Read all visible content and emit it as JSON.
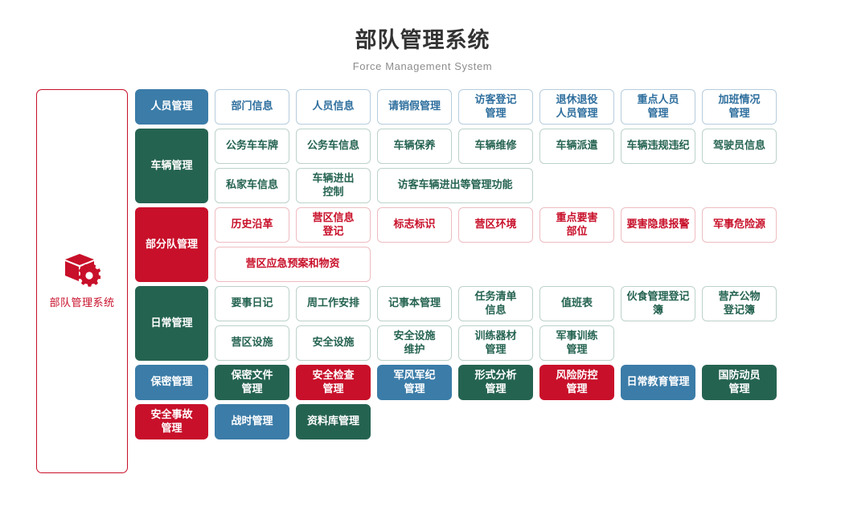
{
  "header": {
    "title": "部队管理系统",
    "subtitle": "Force Management System"
  },
  "sidebar": {
    "icon": "cube-gear-icon",
    "label": "部队管理系统",
    "accent": "#c8102a"
  },
  "colors": {
    "blue": "#3b7ca8",
    "green": "#256351",
    "red": "#c8102a",
    "title": "#333333",
    "subtitle": "#8d8d8d"
  },
  "sections": [
    {
      "category": "人员管理",
      "color": "blue",
      "rows": [
        [
          {
            "label": "部门信息",
            "style": "outline",
            "color": "blue",
            "span": 1
          },
          {
            "label": "人员信息",
            "style": "outline",
            "color": "blue",
            "span": 1
          },
          {
            "label": "请销假管理",
            "style": "outline",
            "color": "blue",
            "span": 1
          },
          {
            "label": "访客登记\n管理",
            "style": "outline",
            "color": "blue",
            "span": 1
          },
          {
            "label": "退休退役\n人员管理",
            "style": "outline",
            "color": "blue",
            "span": 1
          },
          {
            "label": "重点人员\n管理",
            "style": "outline",
            "color": "blue",
            "span": 1
          },
          {
            "label": "加班情况\n管理",
            "style": "outline",
            "color": "blue",
            "span": 1
          }
        ]
      ]
    },
    {
      "category": "车辆管理",
      "color": "green",
      "rows": [
        [
          {
            "label": "公务车车牌",
            "style": "outline",
            "color": "green",
            "span": 1
          },
          {
            "label": "公务车信息",
            "style": "outline",
            "color": "green",
            "span": 1
          },
          {
            "label": "车辆保养",
            "style": "outline",
            "color": "green",
            "span": 1
          },
          {
            "label": "车辆维修",
            "style": "outline",
            "color": "green",
            "span": 1
          },
          {
            "label": "车辆派遣",
            "style": "outline",
            "color": "green",
            "span": 1
          },
          {
            "label": "车辆违规违纪",
            "style": "outline",
            "color": "green",
            "span": 1
          },
          {
            "label": "驾驶员信息",
            "style": "outline",
            "color": "green",
            "span": 1
          }
        ],
        [
          {
            "label": "私家车信息",
            "style": "outline",
            "color": "green",
            "span": 1
          },
          {
            "label": "车辆进出\n控制",
            "style": "outline",
            "color": "green",
            "span": 1
          },
          {
            "label": "访客车辆进出等管理功能",
            "style": "outline",
            "color": "green",
            "span": 2
          }
        ]
      ]
    },
    {
      "category": "部分队管理",
      "color": "red",
      "rows": [
        [
          {
            "label": "历史沿革",
            "style": "outline",
            "color": "red",
            "span": 1
          },
          {
            "label": "营区信息\n登记",
            "style": "outline",
            "color": "red",
            "span": 1
          },
          {
            "label": "标志标识",
            "style": "outline",
            "color": "red",
            "span": 1
          },
          {
            "label": "营区环境",
            "style": "outline",
            "color": "red",
            "span": 1
          },
          {
            "label": "重点要害\n部位",
            "style": "outline",
            "color": "red",
            "span": 1
          },
          {
            "label": "要害隐患报警",
            "style": "outline",
            "color": "red",
            "span": 1
          },
          {
            "label": "军事危险源",
            "style": "outline",
            "color": "red",
            "span": 1
          }
        ],
        [
          {
            "label": "营区应急预案和物资",
            "style": "outline",
            "color": "red",
            "span": 2
          }
        ]
      ]
    },
    {
      "category": "日常管理",
      "color": "green",
      "rows": [
        [
          {
            "label": "要事日记",
            "style": "outline",
            "color": "green",
            "span": 1
          },
          {
            "label": "周工作安排",
            "style": "outline",
            "color": "green",
            "span": 1
          },
          {
            "label": "记事本管理",
            "style": "outline",
            "color": "green",
            "span": 1
          },
          {
            "label": "任务清单\n信息",
            "style": "outline",
            "color": "green",
            "span": 1
          },
          {
            "label": "值班表",
            "style": "outline",
            "color": "green",
            "span": 1
          },
          {
            "label": "伙食管理登记簿",
            "style": "outline",
            "color": "green",
            "span": 1
          },
          {
            "label": "营产公物\n登记簿",
            "style": "outline",
            "color": "green",
            "span": 1
          }
        ],
        [
          {
            "label": "营区设施",
            "style": "outline",
            "color": "green",
            "span": 1
          },
          {
            "label": "安全设施",
            "style": "outline",
            "color": "green",
            "span": 1
          },
          {
            "label": "安全设施\n维护",
            "style": "outline",
            "color": "green",
            "span": 1
          },
          {
            "label": "训练器材\n管理",
            "style": "outline",
            "color": "green",
            "span": 1
          },
          {
            "label": "军事训练\n管理",
            "style": "outline",
            "color": "green",
            "span": 1
          }
        ]
      ]
    },
    {
      "category": "保密管理",
      "color": "blue",
      "rows": [
        [
          {
            "label": "保密文件\n管理",
            "style": "solid",
            "color": "green",
            "span": 1
          },
          {
            "label": "安全检查\n管理",
            "style": "solid",
            "color": "red",
            "span": 1
          },
          {
            "label": "军风军纪\n管理",
            "style": "solid",
            "color": "blue",
            "span": 1
          },
          {
            "label": "形式分析\n管理",
            "style": "solid",
            "color": "green",
            "span": 1
          },
          {
            "label": "风险防控\n管理",
            "style": "solid",
            "color": "red",
            "span": 1
          },
          {
            "label": "日常教育管理",
            "style": "solid",
            "color": "blue",
            "span": 1
          },
          {
            "label": "国防动员\n管理",
            "style": "solid",
            "color": "green",
            "span": 1
          }
        ]
      ]
    },
    {
      "category": "安全事故\n管理",
      "color": "red",
      "rows": [
        [
          {
            "label": "战时管理",
            "style": "solid",
            "color": "blue",
            "span": 1
          },
          {
            "label": "资料库管理",
            "style": "solid",
            "color": "green",
            "span": 1
          }
        ]
      ]
    }
  ]
}
